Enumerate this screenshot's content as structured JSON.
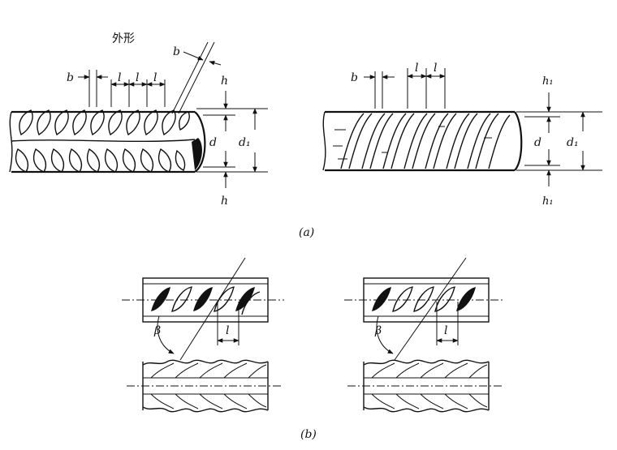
{
  "figure": {
    "shape_label": "外形",
    "part_a": {
      "caption": "(a)",
      "left_rebar": {
        "rib_width": "b",
        "rib_spacing": "l",
        "rib_height": "h",
        "inner_diameter": "d",
        "outer_diameter": "d₁"
      },
      "right_rebar": {
        "rib_width": "b",
        "rib_spacing": "l",
        "rib_height": "h₁",
        "inner_diameter": "d",
        "outer_diameter": "d₁"
      }
    },
    "part_b": {
      "caption": "(b)",
      "left_pattern": {
        "rib_angle": "β",
        "rib_spacing": "l"
      },
      "right_pattern": {
        "rib_angle": "β",
        "rib_spacing": "l"
      }
    }
  },
  "colors": {
    "ink": "#111111",
    "background": "#ffffff"
  }
}
